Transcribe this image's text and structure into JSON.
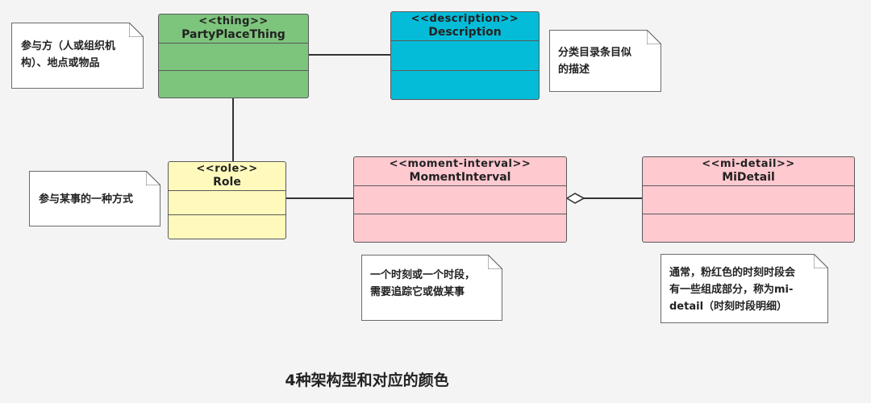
{
  "classes": {
    "thing": {
      "stereotype": "<<thing>>",
      "name": "PartyPlaceThing",
      "color": "#7dc47c"
    },
    "description": {
      "stereotype": "<<description>>",
      "name": "Description",
      "color": "#04bcd8"
    },
    "role": {
      "stereotype": "<<role>>",
      "name": "Role",
      "color": "#fffabc"
    },
    "moment_interval": {
      "stereotype": "<<moment-interval>>",
      "name": "MomentInterval",
      "color": "#ffc9d0"
    },
    "mi_detail": {
      "stereotype": "<<mi-detail>>",
      "name": "MiDetail",
      "color": "#ffc9d0"
    }
  },
  "notes": {
    "thing": "参与方（人或组织机\n构）、地点或物品",
    "description": "分类目录条目似\n的描述",
    "role": "参与某事的一种方式",
    "moment_interval": "一个时刻或一个时段，\n需要追踪它或做某事",
    "mi_detail": "通常，粉红色的时刻时段会\n有一些组成部分，称为mi-\ndetail（时刻时段明细）"
  },
  "caption": "4种架构型和对应的颜色"
}
